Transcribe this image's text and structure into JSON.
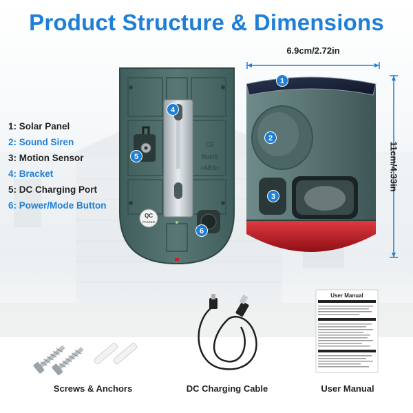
{
  "title": "Product Structure & Dimensions",
  "colors": {
    "title_blue": "#1f7fd6",
    "device_green": "#4f6e6c",
    "siren_red": "#c8202a",
    "badge_blue": "#1f7fd6"
  },
  "dimensions": {
    "width": "6.9cm/2.72in",
    "height": "11cm/4.33in"
  },
  "legend": [
    {
      "label": "1: Solar Panel",
      "highlight": false
    },
    {
      "label": "2: Sound Siren",
      "highlight": true
    },
    {
      "label": "3: Motion Sensor",
      "highlight": false
    },
    {
      "label": "4: Bracket",
      "highlight": true
    },
    {
      "label": "5: DC Charging Port",
      "highlight": false
    },
    {
      "label": "6: Power/Mode Button",
      "highlight": true
    }
  ],
  "badges": [
    "1",
    "2",
    "3",
    "4",
    "5",
    "6"
  ],
  "bracket_marks": {
    "ce": "CE",
    "rohs": "RoHS",
    "abs": ">ABS<",
    "qc": "QC",
    "passed": "PASSED"
  },
  "manual_title": "User Manual",
  "captions": {
    "screws": "Screws & Anchors",
    "cable": "DC Charging Cable",
    "manual": "User Manual"
  }
}
